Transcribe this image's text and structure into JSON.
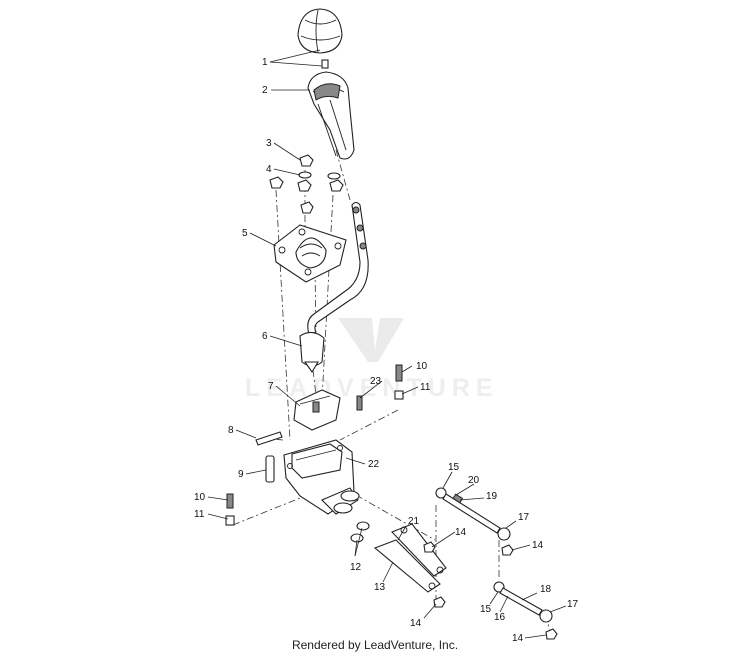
{
  "watermark": "LEADVENTURE",
  "footer": "Rendered by LeadVenture, Inc.",
  "callouts": [
    {
      "id": "c1",
      "label": "1"
    },
    {
      "id": "c2",
      "label": "2"
    },
    {
      "id": "c3",
      "label": "3"
    },
    {
      "id": "c4",
      "label": "4"
    },
    {
      "id": "c5",
      "label": "5"
    },
    {
      "id": "c6",
      "label": "6"
    },
    {
      "id": "c7",
      "label": "7"
    },
    {
      "id": "c8",
      "label": "8"
    },
    {
      "id": "c9",
      "label": "9"
    },
    {
      "id": "c10a",
      "label": "10"
    },
    {
      "id": "c10b",
      "label": "10"
    },
    {
      "id": "c11a",
      "label": "11"
    },
    {
      "id": "c11b",
      "label": "11"
    },
    {
      "id": "c12",
      "label": "12"
    },
    {
      "id": "c13",
      "label": "13"
    },
    {
      "id": "c14a",
      "label": "14"
    },
    {
      "id": "c14b",
      "label": "14"
    },
    {
      "id": "c14c",
      "label": "14"
    },
    {
      "id": "c14d",
      "label": "14"
    },
    {
      "id": "c15a",
      "label": "15"
    },
    {
      "id": "c15b",
      "label": "15"
    },
    {
      "id": "c16",
      "label": "16"
    },
    {
      "id": "c17a",
      "label": "17"
    },
    {
      "id": "c17b",
      "label": "17"
    },
    {
      "id": "c18",
      "label": "18"
    },
    {
      "id": "c19",
      "label": "19"
    },
    {
      "id": "c20",
      "label": "20"
    },
    {
      "id": "c21",
      "label": "21"
    },
    {
      "id": "c22",
      "label": "22"
    },
    {
      "id": "c23",
      "label": "23"
    }
  ]
}
